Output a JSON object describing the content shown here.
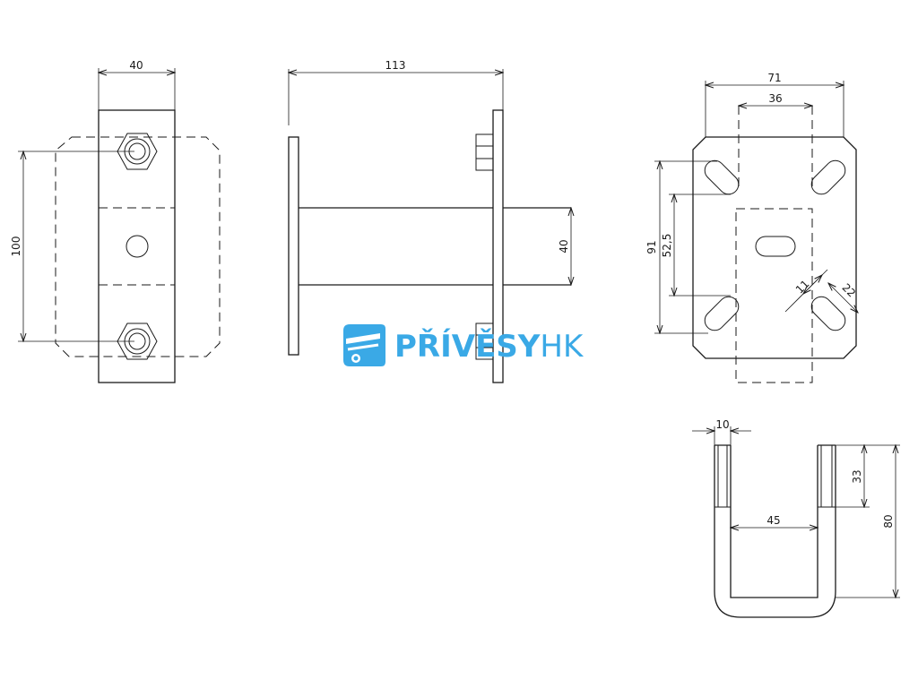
{
  "logo": {
    "part1": "PŘÍVĚSY",
    "part2": "HK",
    "color": "#3aa9e6",
    "icon": "trailer-icon"
  },
  "dimensions": {
    "front_width": "40",
    "front_bolt_spacing": "100",
    "side_length": "113",
    "side_tube_height": "40",
    "plate_width": "71",
    "plate_hole_spacing": "36",
    "plate_height": "91",
    "plate_slot_offset": "52,5",
    "slot_width": "11",
    "slot_length": "22",
    "ubolt_thread_diameter": "10",
    "ubolt_inner_width": "45",
    "ubolt_thread_length": "33",
    "ubolt_height": "80"
  }
}
